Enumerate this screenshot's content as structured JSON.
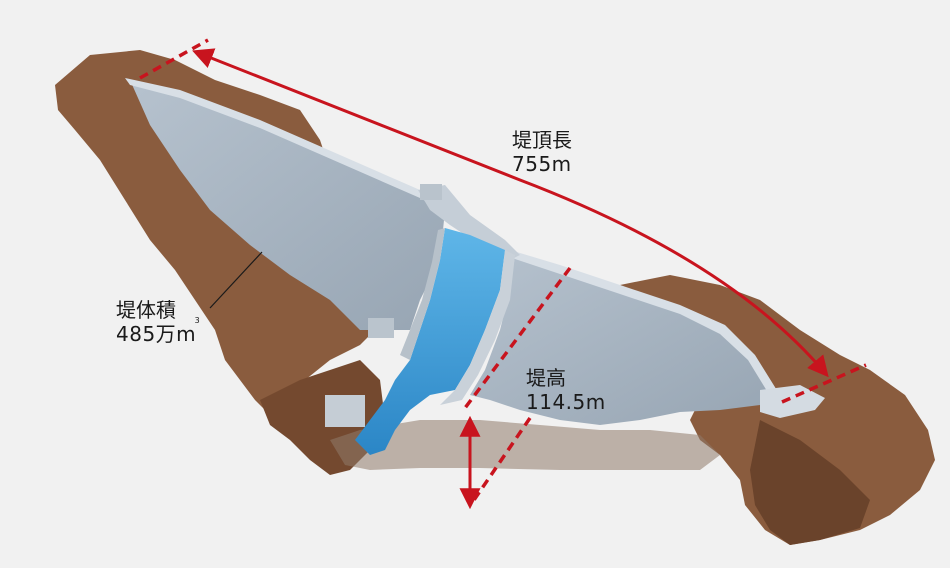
{
  "labels": {
    "crest_length": {
      "title": "堤頂長",
      "value": "755m"
    },
    "dam_height": {
      "title": "堤高",
      "value": "114.5m"
    },
    "dam_volume": {
      "title": "堤体積",
      "value_main": "485万m",
      "value_sup": "3"
    }
  },
  "colors": {
    "background": "#f1f1f1",
    "terrain": "#8a5c3e",
    "terrain_dark": "#5e3a24",
    "dam_face": "#a9b6c3",
    "dam_crest": "#d4dbe2",
    "water": "#3a9bd8",
    "annotation": "#c8141e"
  }
}
